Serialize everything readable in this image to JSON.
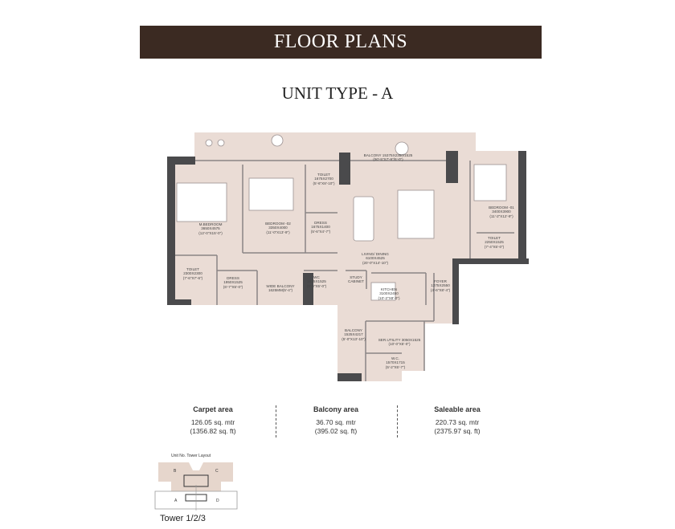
{
  "header": {
    "title": "FLOOR PLANS"
  },
  "unit_type": "UNIT TYPE - A",
  "colors": {
    "header_bg": "#3b2a22",
    "room_fill": "#eadcd5",
    "wall": "#4a4a4c"
  },
  "rooms": [
    {
      "name": "BALCONY 15375X2350/1525",
      "dims": "(50'-5\"X7'-9\"/5'-0\")"
    },
    {
      "name": "TOILET",
      "dims": "1675X2700",
      "imperial": "(5'-6\"X8'-10\")"
    },
    {
      "name": "M.BEDROOM",
      "dims": "3650X4575",
      "imperial": "(12'-0\"X15'-0\")"
    },
    {
      "name": "BEDROOM -02",
      "dims": "3350X4000",
      "imperial": "(11'-0\"X13'-9\")"
    },
    {
      "name": "DRESS",
      "dims": "1675X1400",
      "imperial": "(5'-6\"X4'-7\")"
    },
    {
      "name": "LIVING/ DINING",
      "dims": "6100X4525",
      "imperial": "(20'-0\"X14'-10\")"
    },
    {
      "name": "BEDROOM -01",
      "dims": "3400X3900",
      "imperial": "(11'-2\"X12'-9\")"
    },
    {
      "name": "TOILET",
      "dims": "2250X1525",
      "imperial": "(7'-4\"X5'-0\")"
    },
    {
      "name": "TOILET",
      "dims": "2300X2300",
      "imperial": "(7'-6\"X7'-6\")"
    },
    {
      "name": "DRESS",
      "dims": "1950X1525",
      "imperial": "(6'-7\"X5'-0\")"
    },
    {
      "name": "WIDE BALCONY",
      "dims": "1625MM(5'-4\")"
    },
    {
      "name": "WC",
      "dims": "1525X1525",
      "imperial": "(5'-0\"X5'-0\")"
    },
    {
      "name": "STUDY",
      "dims": "CABINET"
    },
    {
      "name": "KITCHEN",
      "dims": "3100X2450",
      "imperial": "(10'-2\"X8'-0\")"
    },
    {
      "name": "FOYER",
      "dims": "1375X2550",
      "imperial": "(4'-6\"X8'-4\")"
    },
    {
      "name": "BALCONY",
      "dims": "1525X4217",
      "imperial": "(5'-0\"X13'-10\")"
    },
    {
      "name": "SER.UTILITY 3050X1525",
      "dims": "(10'-0\"X5'-0\")"
    },
    {
      "name": "W.C.",
      "dims": "1570X1715",
      "imperial": "(5'-2\"X5'-7\")"
    }
  ],
  "areas": [
    {
      "title": "Carpet area",
      "metric": "126.05 sq. mtr",
      "imperial": "(1356.82 sq. ft)"
    },
    {
      "title": "Balcony area",
      "metric": "36.70 sq. mtr",
      "imperial": "(395.02 sq. ft)"
    },
    {
      "title": "Saleable area",
      "metric": "220.73 sq. mtr",
      "imperial": "(2375.97 sq. ft)"
    }
  ],
  "tower_layout": {
    "caption": "Unit No. Tower Layout",
    "units": [
      "A",
      "B",
      "C",
      "D"
    ],
    "name": "Tower 1/2/3"
  }
}
